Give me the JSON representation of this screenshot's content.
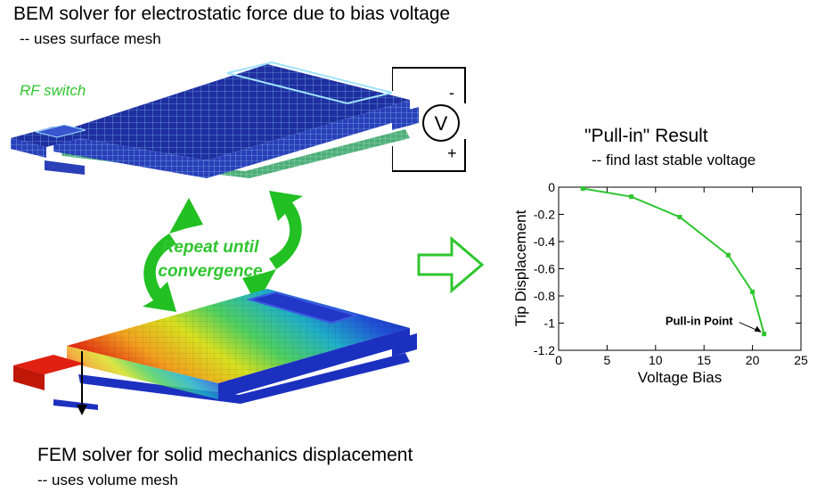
{
  "top_title": "BEM solver for electrostatic force due to bias voltage",
  "top_subtitle": "-- uses surface mesh",
  "rf_switch_label": "RF switch",
  "voltage_source": {
    "symbol": "V",
    "minus": "-",
    "plus": "+"
  },
  "loop_label_line1": "Repeat until",
  "loop_label_line2": "convergence",
  "bottom_title": "FEM solver for solid mechanics displacement",
  "bottom_subtitle": "-- uses volume mesh",
  "result_title": "\"Pull-in\" Result",
  "result_subtitle": "-- find last stable voltage",
  "colors": {
    "mesh_blue": "#1f2fa0",
    "mesh_line": "#7fd0ff",
    "accent_green": "#2fc52f",
    "arrow_green": "#22c022"
  },
  "chart_data": {
    "type": "line",
    "xlabel": "Voltage Bias",
    "ylabel": "Tip Displacement",
    "xlim": [
      0,
      25
    ],
    "ylim": [
      -1.2,
      0
    ],
    "xticks": [
      "0",
      "5",
      "10",
      "15",
      "20",
      "25"
    ],
    "yticks": [
      "0",
      "-0.2",
      "-0.4",
      "-0.6",
      "-0.8",
      "-1",
      "-1.2"
    ],
    "grid": false,
    "series": [
      {
        "x": [
          2.5,
          7.5,
          12.5,
          17.5,
          20,
          21.2
        ],
        "y": [
          -0.01,
          -0.07,
          -0.22,
          -0.5,
          -0.77,
          -1.08
        ]
      }
    ],
    "annotation": {
      "text": "Pull-in Point",
      "x": 21.2,
      "y": -1.08
    }
  }
}
